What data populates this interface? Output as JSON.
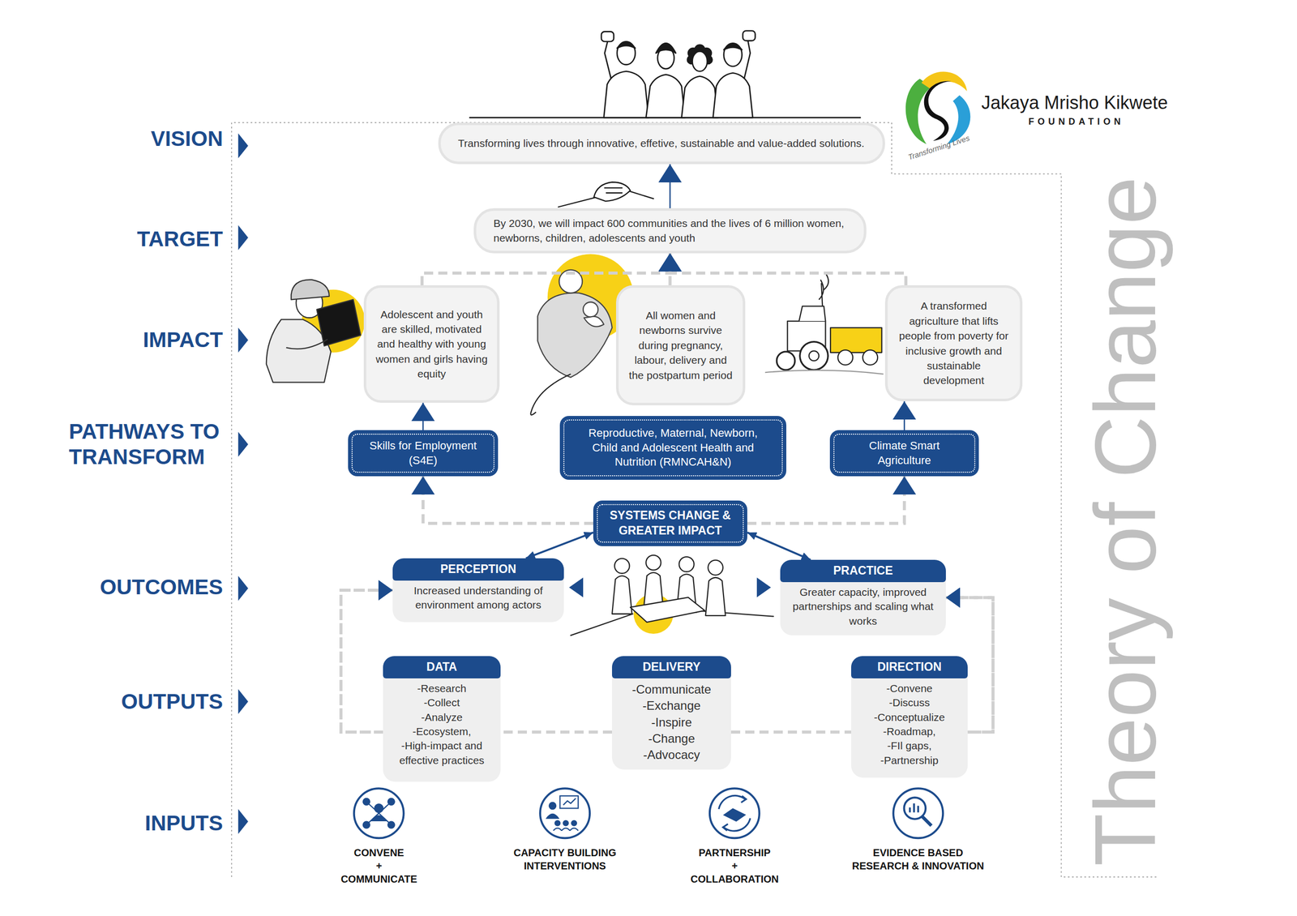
{
  "diagram": {
    "title": "Theory of Change",
    "nodes": [
      {
        "text": [
          "Transforming lives through innovative, effetive, sustainable and value-added solutions."
        ]
      },
      {
        "text": [
          "By 2030, we will impact 600 communities and the lives of 6 million women, newborns, children, adolescents and youth"
        ]
      },
      {
        "text": [
          "Adolescent and youth are skilled, motivated and healthy with young women and girls having equity"
        ]
      },
      {
        "text": [
          "All women and newborns survive during pregnancy, labour, delivery and the postpartum period"
        ]
      },
      {
        "text": [
          "A transformed agriculture that lifts people from poverty for inclusive growth and sustainable development"
        ]
      },
      {
        "text": [
          "Skills for Employment (S4E)"
        ]
      },
      {
        "text": [
          "Reproductive, Maternal, Newborn, Child and Adolescent Health and Nutrition (RMNCAH&N)"
        ]
      },
      {
        "text": [
          "Climate Smart Agriculture"
        ]
      },
      {
        "text": [
          "SYSTEMS CHANGE & GREATER IMPACT"
        ]
      },
      {
        "text": [
          "PERCEPTION",
          "Increased understanding of environment among actors"
        ]
      },
      {
        "text": [
          "PRACTICE",
          "Greater capacity, improved partnerships and scaling what works"
        ]
      },
      {
        "text": [
          "DATA",
          "-Research",
          "-Collect",
          "-Analyze",
          "-Ecosystem,",
          "-High-impact and effective practices"
        ]
      },
      {
        "text": [
          "DELIVERY",
          "-Communicate",
          "-Exchange",
          "-Inspire",
          "-Change",
          "-Advocacy"
        ]
      },
      {
        "text": [
          "DIRECTION",
          "-Convene",
          "-Discuss",
          "-Conceptualize",
          "-Roadmap,",
          "-FIl gaps,",
          "-Partnership"
        ]
      },
      {
        "text": [
          "CONVENE + COMMUNICATE"
        ]
      },
      {
        "text": [
          "CAPACITY BUILDING INTERVENTIONS"
        ]
      },
      {
        "text": [
          "PARTNERSHIP + COLLABORATION"
        ]
      },
      {
        "text": [
          "EVIDENCE BASED RESEARCH & INNOVATION"
        ]
      }
    ],
    "edges": [
      {
        "from": 1,
        "to": 0,
        "arrow": "to"
      },
      {
        "from": 2,
        "to": 1,
        "arrow": "to"
      },
      {
        "from": 3,
        "to": 1,
        "arrow": "to"
      },
      {
        "from": 4,
        "to": 1,
        "arrow": "to"
      },
      {
        "from": 5,
        "to": 2,
        "arrow": "to"
      },
      {
        "from": 7,
        "to": 4,
        "arrow": "to"
      },
      {
        "from": 8,
        "to": 5,
        "arrow": "to"
      },
      {
        "from": 8,
        "to": 7,
        "arrow": "to"
      },
      {
        "from": 8,
        "to": 9,
        "arrow": "both"
      },
      {
        "from": 8,
        "to": 10,
        "arrow": "both"
      },
      {
        "from": 11,
        "to": 9,
        "arrow": "to"
      },
      {
        "from": 12,
        "to": 9,
        "arrow": "to"
      },
      {
        "from": 12,
        "to": 10,
        "arrow": "to"
      },
      {
        "from": 13,
        "to": 10,
        "arrow": "to"
      }
    ],
    "labels": [
      "VISION",
      "TARGET",
      "IMPACT",
      "PATHWAYS TO TRANSFORM",
      "OUTCOMES",
      "OUTPUTS",
      "INPUTS",
      "Jakaya Mrisho Kikwete",
      "FOUNDATION",
      "Transforming Lives"
    ]
  }
}
